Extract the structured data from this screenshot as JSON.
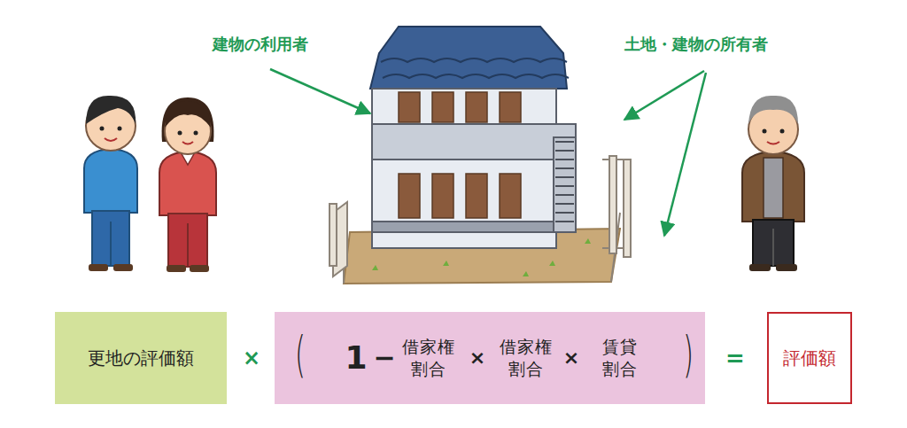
{
  "diagram": {
    "nodes": [
      {
        "text": [
          "更地の評価額"
        ]
      },
      {
        "text": [
          "(",
          "1",
          "−",
          "借家権 割合",
          "×",
          "借家権 割合",
          "×",
          "賃貸 割合",
          ")"
        ]
      },
      {
        "text": [
          "評価額"
        ]
      }
    ],
    "labels": [
      "建物の利用者",
      "土地・建物の所有者",
      "×",
      "="
    ]
  }
}
